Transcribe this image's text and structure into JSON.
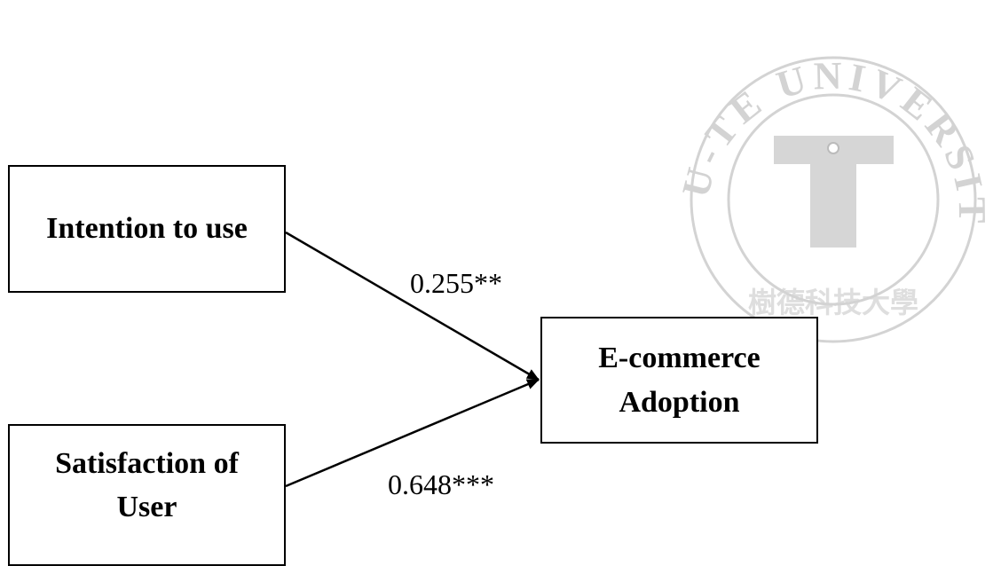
{
  "nodes": {
    "intention": "Intention to use",
    "satisfaction_line1": "Satisfaction of",
    "satisfaction_line2": "User",
    "ecommerce_line1": "E-commerce",
    "ecommerce_line2": "Adoption"
  },
  "edges": {
    "intention_to_ecommerce": "0.255**",
    "satisfaction_to_ecommerce": "0.648***"
  },
  "watermark": {
    "text": "SHU-TE UNIVERSITY",
    "chinese": "樹德科技大學",
    "color": "#d3d3d3"
  }
}
